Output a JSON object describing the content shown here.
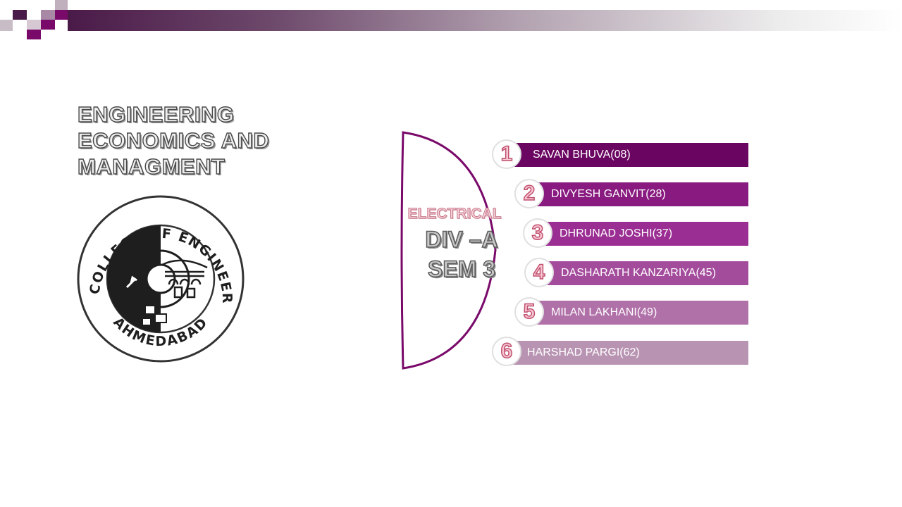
{
  "title": {
    "line1": "ENGINEERING",
    "line2": "ECONOMICS AND",
    "line3": "MANAGMENT"
  },
  "logo": {
    "ring_text_top": "L.D. COLLEGE OF ENGINEERING",
    "ring_text_bottom": "AHMEDABAD"
  },
  "group": {
    "department": "ELECTRICAL",
    "division": "DIV –A",
    "semester": "SEM 3"
  },
  "members": [
    {
      "num": "1",
      "name": "SAVAN BHUVA(08)",
      "color": "#6a0561"
    },
    {
      "num": "2",
      "name": "DIVYESH GANVIT(28)",
      "color": "#881a80"
    },
    {
      "num": "3",
      "name": "DHRUNAD JOSHI(37)",
      "color": "#9a2e92"
    },
    {
      "num": "4",
      "name": "DASHARATH KANZARIYA(45)",
      "color": "#a44c9c"
    },
    {
      "num": "5",
      "name": "MILAN LAKHANI(49)",
      "color": "#b070a8"
    },
    {
      "num": "6",
      "name": "HARSHAD PARGI(62)",
      "color": "#b894b2"
    }
  ],
  "colors": {
    "accent_dark": "#6a0561",
    "accent_light": "#b894b2"
  }
}
